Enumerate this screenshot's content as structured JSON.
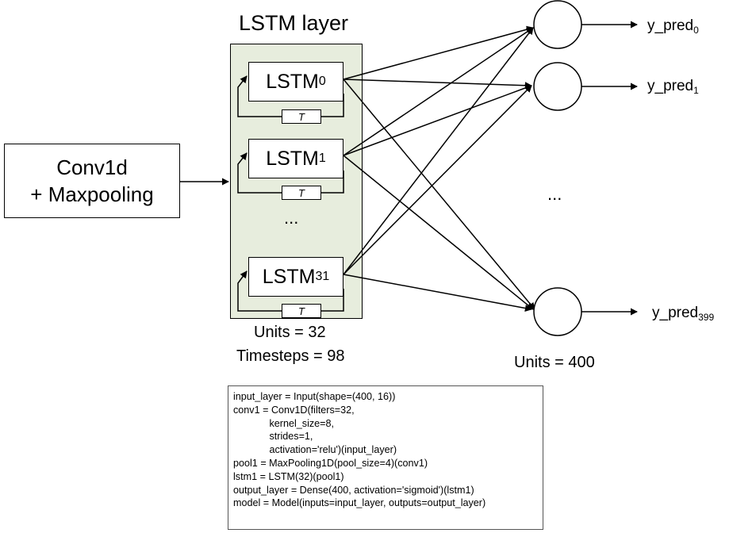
{
  "layer_title": "LSTM layer",
  "conv_block": {
    "line1": "Conv1d",
    "line2": "+ Maxpooling"
  },
  "lstm_cells": [
    {
      "base": "LSTM",
      "sub": "0",
      "feedback_label": "T"
    },
    {
      "base": "LSTM",
      "sub": "1",
      "feedback_label": "T"
    },
    {
      "base": "LSTM",
      "sub": "31",
      "feedback_label": "T"
    }
  ],
  "lstm_ellipsis": "...",
  "lstm_units": "Units = 32",
  "lstm_timesteps": "Timesteps = 98",
  "outputs": [
    {
      "base": "y_pred",
      "sub": "0"
    },
    {
      "base": "y_pred",
      "sub": "1"
    },
    {
      "base": "y_pred",
      "sub": "399"
    }
  ],
  "output_ellipsis": "...",
  "output_units": "Units = 400",
  "code_lines": [
    "input_layer = Input(shape=(400, 16))",
    "conv1 = Conv1D(filters=32,",
    "             kernel_size=8,",
    "             strides=1,",
    "             activation='relu')(input_layer)",
    "pool1 = MaxPooling1D(pool_size=4)(conv1)",
    "lstm1 = LSTM(32)(pool1)",
    "output_layer = Dense(400, activation='sigmoid')(lstm1)",
    "model = Model(inputs=input_layer, outputs=output_layer)"
  ]
}
